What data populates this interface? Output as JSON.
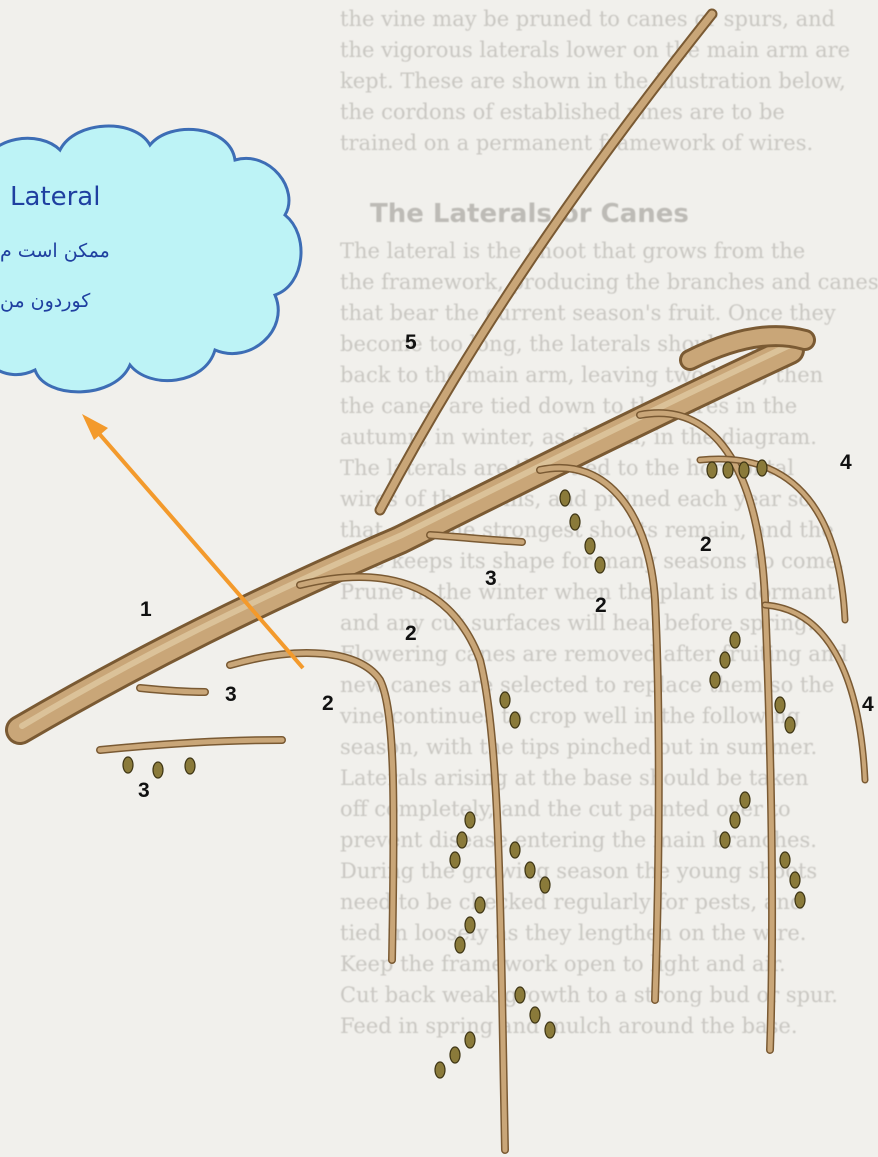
{
  "callout": {
    "title": "Lateral",
    "line1": "ممکن است م",
    "line2": "کوردون من"
  },
  "background_text": {
    "heading": "The Laterals or Canes"
  },
  "labels": {
    "trunk": "1",
    "upper_lateral": "5",
    "spur": "3",
    "cane": "2",
    "sub_lateral": "4"
  },
  "colors": {
    "callout_fill": "#bdf3f6",
    "callout_stroke": "#3d6db5",
    "callout_text": "#1f3fa0",
    "arrow": "#f39a2c",
    "wood": "#c9a678",
    "wood_dark": "#7a5a33",
    "catkin": "#8a7a3a"
  }
}
